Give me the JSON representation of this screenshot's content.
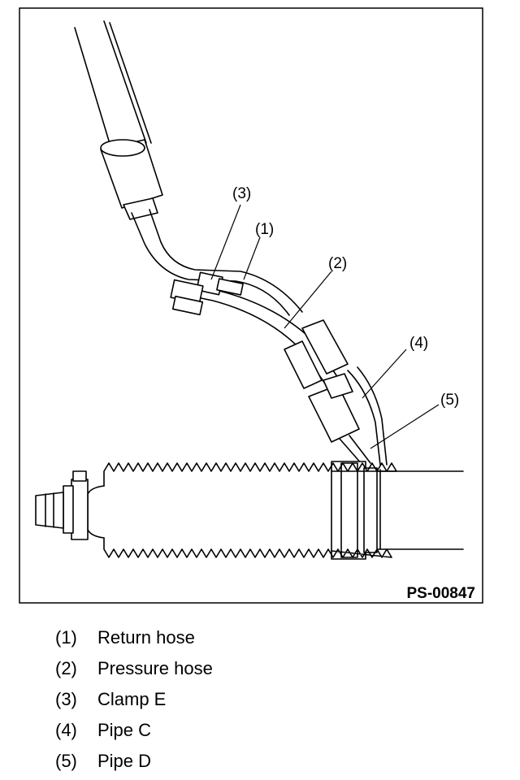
{
  "figure_id": "PS-00847",
  "callouts": [
    "(1)",
    "(2)",
    "(3)",
    "(4)",
    "(5)"
  ],
  "legend": [
    {
      "num": "(1)",
      "label": "Return hose"
    },
    {
      "num": "(2)",
      "label": "Pressure hose"
    },
    {
      "num": "(3)",
      "label": "Clamp E"
    },
    {
      "num": "(4)",
      "label": "Pipe C"
    },
    {
      "num": "(5)",
      "label": "Pipe D"
    }
  ]
}
